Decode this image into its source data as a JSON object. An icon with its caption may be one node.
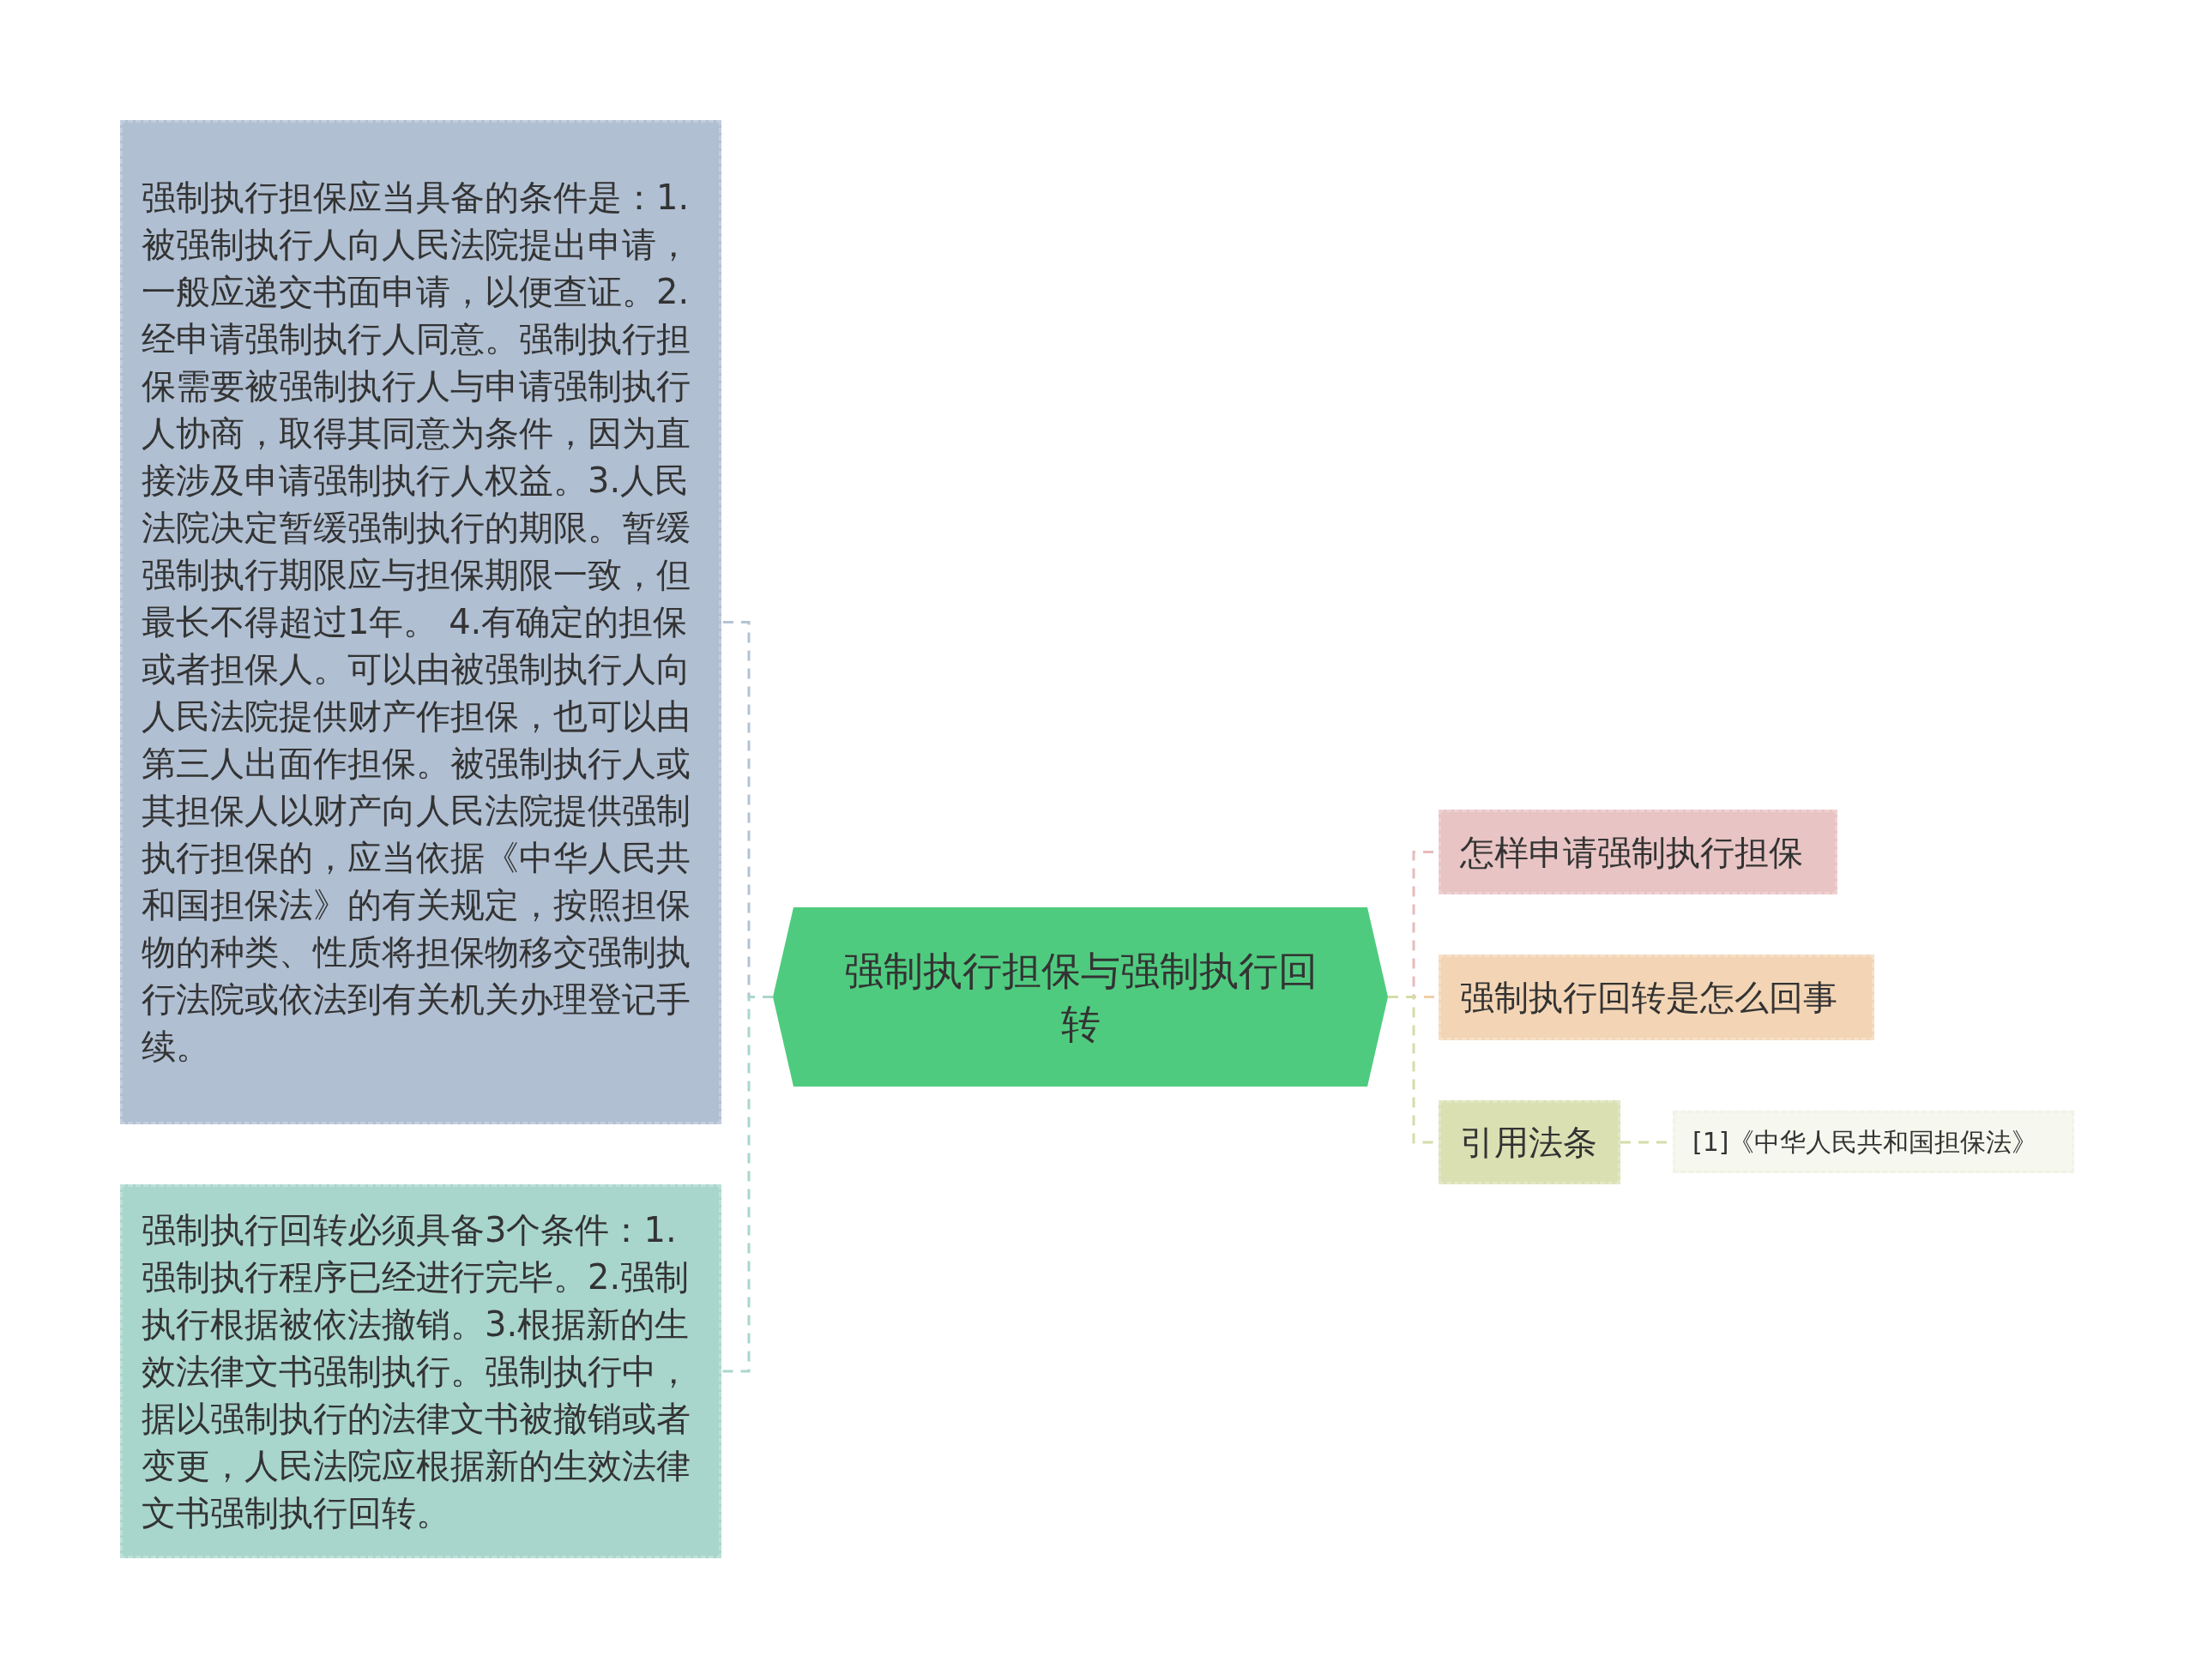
{
  "diagram": {
    "nodes": [
      {
        "text": [
          "强制执行担保与强制执行回转"
        ]
      },
      {
        "text": [
          "强制执行担保应当具备的条件是：1.被强制执行人向人民法院提出申请，一般应递交书面申请，以便查证。2.经申请强制执行人同意。强制执行担保需要被强制执行人与申请强制执行人协商，取得其同意为条件，因为直接涉及申请强制执行人权益。3.人民法院决定暂缓强制执行的期限。暂缓强制执行期限应与担保期限一致，但最长不得超过1年。 4.有确定的担保或者担保人。可以由被强制执行人向人民法院提供财产作担保，也可以由第三人出面作担保。被强制执行人或其担保人以财产向人民法院提供强制执行担保的，应当依据《中华人民共和国担保法》的有关规定，按照担保物的种类、性质将担保物移交强制执行法院或依法到有关机关办理登记手续。"
        ]
      },
      {
        "text": [
          "强制执行回转必须具备3个条件：1.强制执行程序已经进行完毕。2.强制执行根据被依法撤销。3.根据新的生效法律文书强制执行。强制执行中，据以强制执行的法律文书被撤销或者变更，人民法院应根据新的生效法律文书强制执行回转。"
        ]
      },
      {
        "text": [
          "怎样申请强制执行担保"
        ]
      },
      {
        "text": [
          "强制执行回转是怎么回事"
        ]
      },
      {
        "text": [
          "引用法条"
        ]
      },
      {
        "text": [
          "[1]《中华人民共和国担保法》"
        ]
      }
    ],
    "edges": [
      {
        "from": 0,
        "to": 1,
        "arrow": "none",
        "style": "dashed",
        "color": "#b4c2d4"
      },
      {
        "from": 0,
        "to": 2,
        "arrow": "none",
        "style": "dashed",
        "color": "#a9d6cd"
      },
      {
        "from": 0,
        "to": 3,
        "arrow": "none",
        "style": "dashed",
        "color": "#e6bcbc"
      },
      {
        "from": 0,
        "to": 4,
        "arrow": "none",
        "style": "dashed",
        "color": "#f0cfa9"
      },
      {
        "from": 0,
        "to": 5,
        "arrow": "none",
        "style": "dashed",
        "color": "#d5dcaa"
      },
      {
        "from": 5,
        "to": 6,
        "arrow": "none",
        "style": "dashed",
        "color": "#d5dcaa"
      }
    ]
  }
}
